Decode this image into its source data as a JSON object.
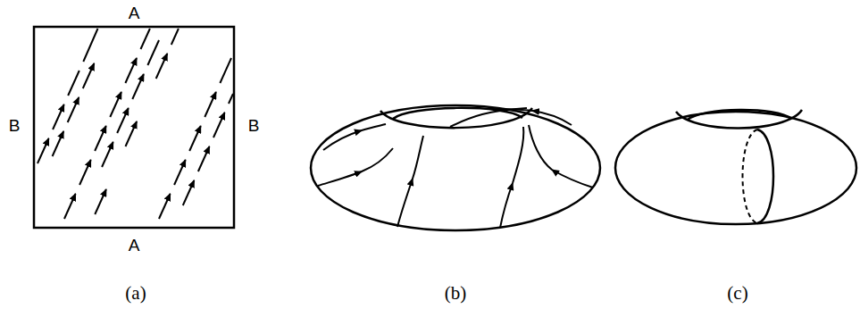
{
  "diagram": {
    "labels": [
      "A",
      "B",
      "B",
      "A",
      "(a)",
      "(b)",
      "(c)"
    ]
  }
}
